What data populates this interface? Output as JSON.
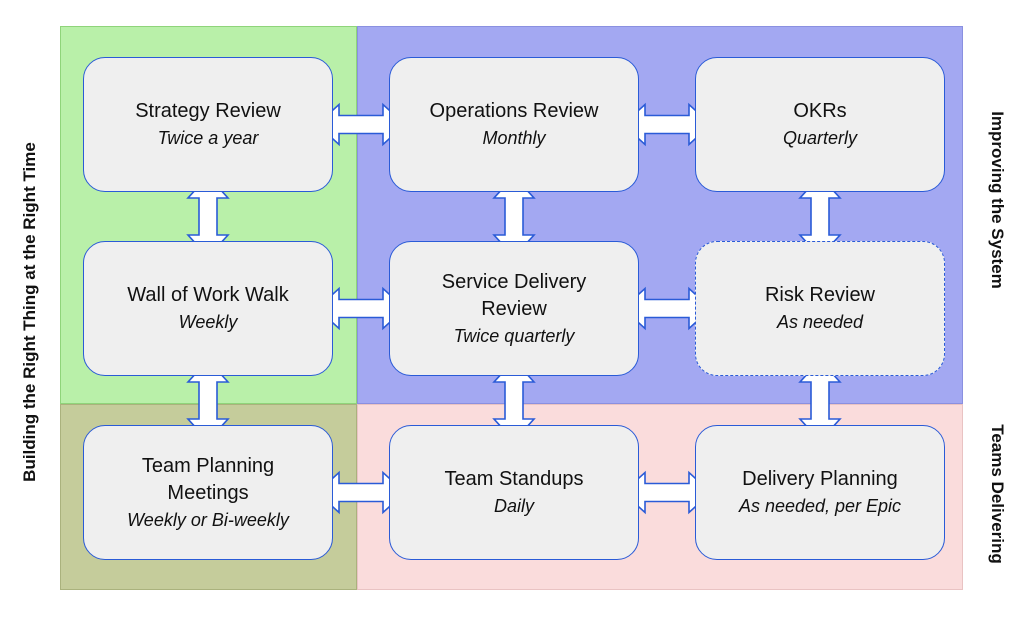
{
  "side_labels": {
    "left": "Building the Right Thing at the Right Time",
    "right_top": "Improving the System",
    "right_bottom": "Teams Delivering"
  },
  "colors": {
    "region_top_left": "#b9f0a9",
    "region_top_right": "#a3a8f2",
    "region_bottom_left": "#c5cc9b",
    "region_bottom_right": "#fadcdc",
    "node_fill": "#efefef",
    "node_border": "#2a5bd7"
  },
  "nodes": {
    "strategy_review": {
      "title": "Strategy Review",
      "freq": "Twice a year"
    },
    "operations_review": {
      "title": "Operations Review",
      "freq": "Monthly"
    },
    "okrs": {
      "title": "OKRs",
      "freq": "Quarterly"
    },
    "wall_of_work_walk": {
      "title": "Wall of Work Walk",
      "freq": "Weekly"
    },
    "service_delivery_review": {
      "title": "Service Delivery Review",
      "freq": "Twice quarterly"
    },
    "risk_review": {
      "title": "Risk Review",
      "freq": "As needed",
      "border": "dashed"
    },
    "team_planning_meetings": {
      "title": "Team Planning Meetings",
      "freq": "Weekly or Bi-weekly"
    },
    "team_standups": {
      "title": "Team Standups",
      "freq": "Daily"
    },
    "delivery_planning": {
      "title": "Delivery Planning",
      "freq": "As needed, per Epic"
    }
  },
  "connections": [
    [
      "strategy_review",
      "operations_review"
    ],
    [
      "operations_review",
      "okrs"
    ],
    [
      "wall_of_work_walk",
      "service_delivery_review"
    ],
    [
      "service_delivery_review",
      "risk_review"
    ],
    [
      "team_planning_meetings",
      "team_standups"
    ],
    [
      "team_standups",
      "delivery_planning"
    ],
    [
      "strategy_review",
      "wall_of_work_walk"
    ],
    [
      "wall_of_work_walk",
      "team_planning_meetings"
    ],
    [
      "operations_review",
      "service_delivery_review"
    ],
    [
      "service_delivery_review",
      "team_standups"
    ],
    [
      "okrs",
      "risk_review"
    ],
    [
      "risk_review",
      "delivery_planning"
    ]
  ]
}
